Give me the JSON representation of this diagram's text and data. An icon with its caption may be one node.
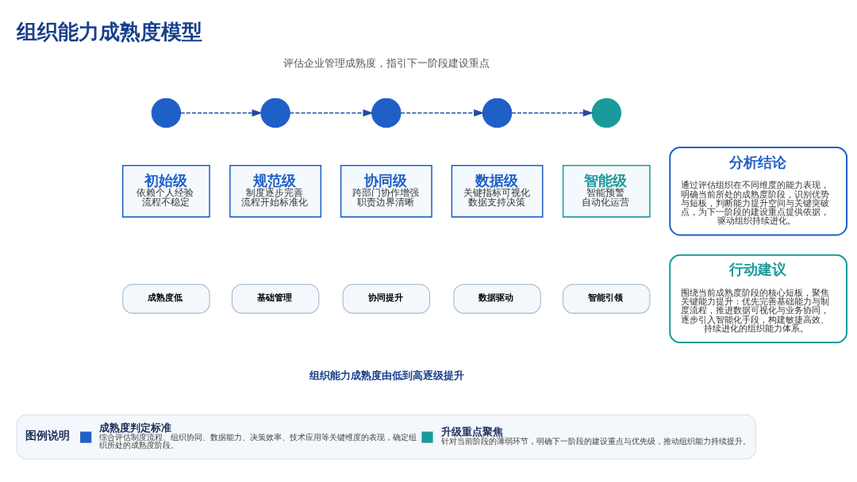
{
  "diagram": {
    "title": "组织能力成熟度模型",
    "nodes": [
      {
        "text": [],
        "shape": "circle"
      },
      {
        "text": [
          "初始级",
          "依赖个人经验",
          "流程不稳定"
        ]
      },
      {
        "text": [
          "成熟度低"
        ]
      },
      {
        "text": [],
        "shape": "circle"
      },
      {
        "text": [
          "规范级",
          "制度逐步完善",
          "流程开始标准化"
        ]
      },
      {
        "text": [
          "基础管理"
        ]
      },
      {
        "text": [],
        "shape": "circle"
      },
      {
        "text": [
          "协同级",
          "跨部门协作增强",
          "职责边界清晰"
        ]
      },
      {
        "text": [
          "协同提升"
        ]
      },
      {
        "text": [],
        "shape": "circle"
      },
      {
        "text": [
          "数据级",
          "关键指标可视化",
          "数据支持决策"
        ]
      },
      {
        "text": [
          "数据驱动"
        ]
      },
      {
        "text": [],
        "shape": "circle"
      },
      {
        "text": [
          "智能级",
          "智能预警",
          "自动化运营"
        ]
      },
      {
        "text": [
          "智能引领"
        ]
      },
      {
        "text": [
          "分析结论",
          "通过评估组织在不同维度的能力表现，明确当前所处的成熟度阶段，识别优势与短板，判断能力提升空间与关键突破点，为下一阶段的建设重点提供依据，驱动组织持续进化。"
        ]
      },
      {
        "text": [
          "行动建议",
          "围绕当前成熟度阶段的核心短板，聚焦关键能力提升：优先完善基础能力与制度流程，推进数据可视化与业务协同，逐步引入智能化手段，构建敏捷高效、持续进化的组织能力体系。"
        ]
      }
    ],
    "edges": [
      {
        "from": 0,
        "to": 3,
        "arrow": "to",
        "style": "dashed"
      },
      {
        "from": 3,
        "to": 6,
        "arrow": "to",
        "style": "dashed"
      },
      {
        "from": 6,
        "to": 9,
        "arrow": "to",
        "style": "dashed"
      },
      {
        "from": 9,
        "to": 12,
        "arrow": "to",
        "style": "dashed"
      }
    ],
    "labels": [
      "评估企业管理成熟度，指引下一阶段建设重点",
      "组织能力成熟度由低到高逐级提升",
      "图例说明",
      "综合评估制度流程、组织协同、数据能力、决策效率、技术应用等关键维度的表现，确定组织所处的成熟度阶段。",
      "针对当前阶段的薄弱环节，明确下一阶段的建设重点与优先级，推动组织能力持续提升。"
    ],
    "legend": [
      {
        "text": "成熟度判定标准",
        "color": "#1f5fc8"
      },
      {
        "text": "升级重点聚焦",
        "color": "#1a9a9a"
      }
    ]
  }
}
